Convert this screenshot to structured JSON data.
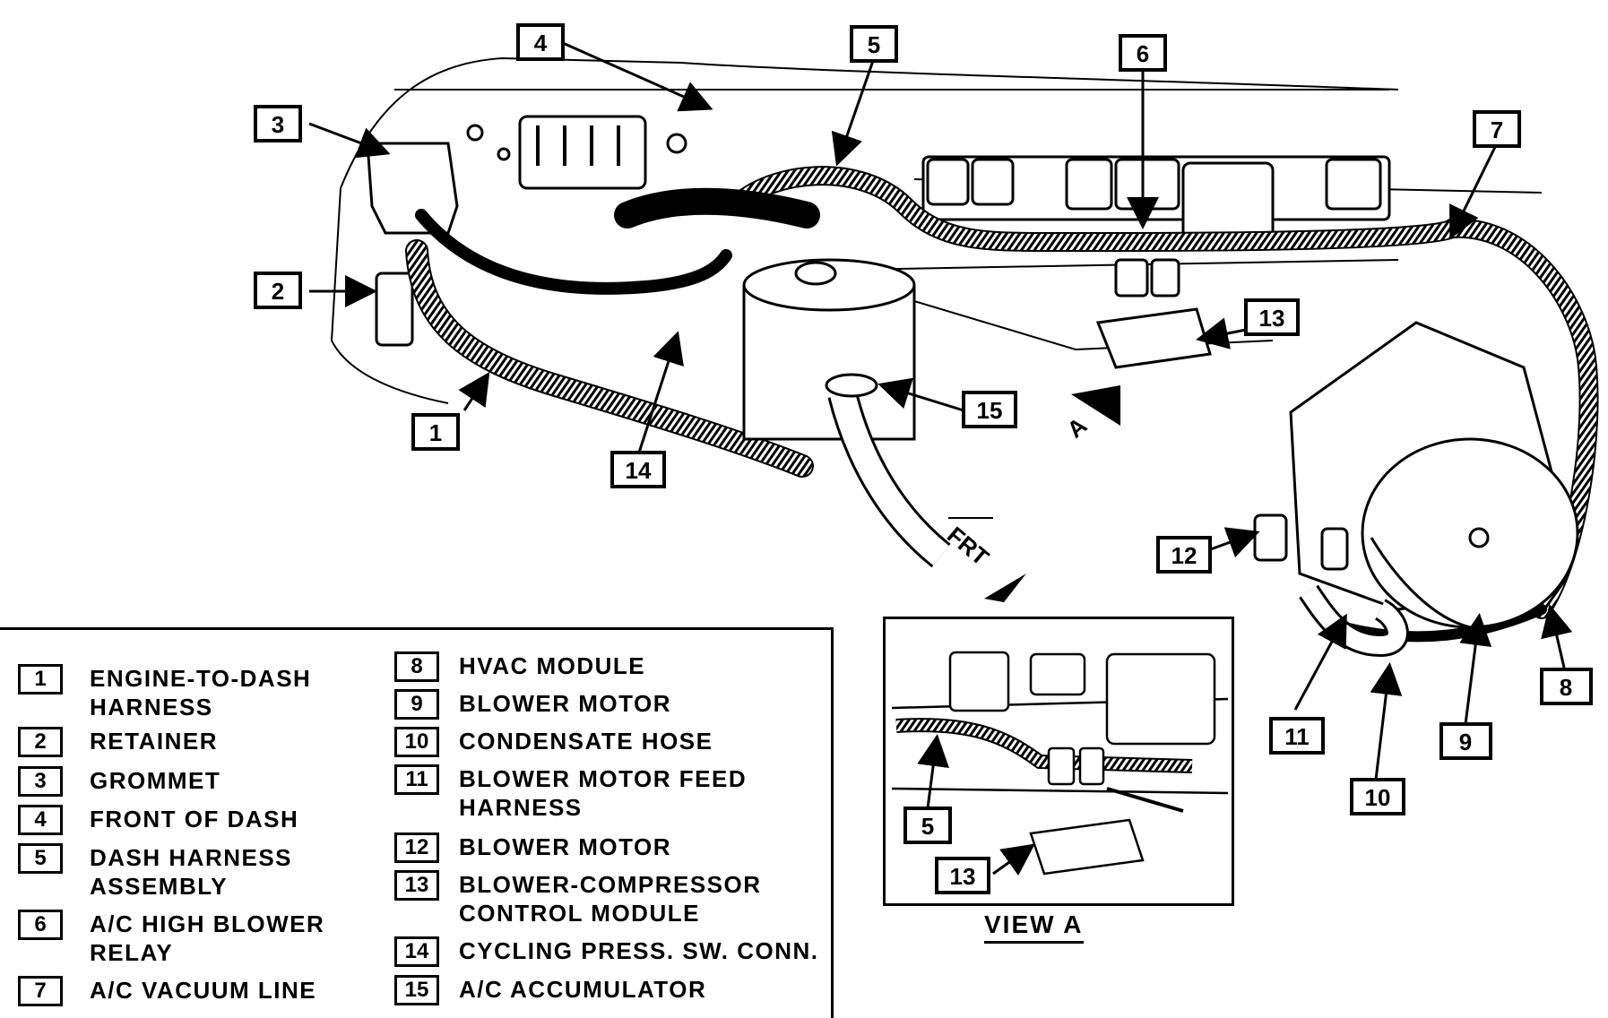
{
  "callouts": [
    {
      "num": "1"
    },
    {
      "num": "2"
    },
    {
      "num": "3"
    },
    {
      "num": "4"
    },
    {
      "num": "5"
    },
    {
      "num": "6"
    },
    {
      "num": "7"
    },
    {
      "num": "8"
    },
    {
      "num": "9"
    },
    {
      "num": "10"
    },
    {
      "num": "11"
    },
    {
      "num": "12"
    },
    {
      "num": "13"
    },
    {
      "num": "14"
    },
    {
      "num": "15"
    }
  ],
  "view_a_callouts": [
    {
      "num": "5"
    },
    {
      "num": "13"
    }
  ],
  "direction": {
    "frt": "FRT",
    "a": "A"
  },
  "view_a_title": "VIEW A",
  "legend": [
    {
      "num": "1",
      "text": "ENGINE-TO-DASH\nHARNESS"
    },
    {
      "num": "2",
      "text": "RETAINER"
    },
    {
      "num": "3",
      "text": "GROMMET"
    },
    {
      "num": "4",
      "text": "FRONT OF DASH"
    },
    {
      "num": "5",
      "text": "DASH HARNESS\nASSEMBLY"
    },
    {
      "num": "6",
      "text": "A/C HIGH BLOWER\nRELAY"
    },
    {
      "num": "7",
      "text": "A/C VACUUM LINE"
    },
    {
      "num": "8",
      "text": "HVAC MODULE"
    },
    {
      "num": "9",
      "text": "BLOWER MOTOR"
    },
    {
      "num": "10",
      "text": "CONDENSATE HOSE"
    },
    {
      "num": "11",
      "text": "BLOWER MOTOR FEED\nHARNESS"
    },
    {
      "num": "12",
      "text": "BLOWER MOTOR"
    },
    {
      "num": "13",
      "text": "BLOWER-COMPRESSOR\nCONTROL MODULE"
    },
    {
      "num": "14",
      "text": "CYCLING PRESS. SW. CONN."
    },
    {
      "num": "15",
      "text": "A/C ACCUMULATOR"
    }
  ]
}
